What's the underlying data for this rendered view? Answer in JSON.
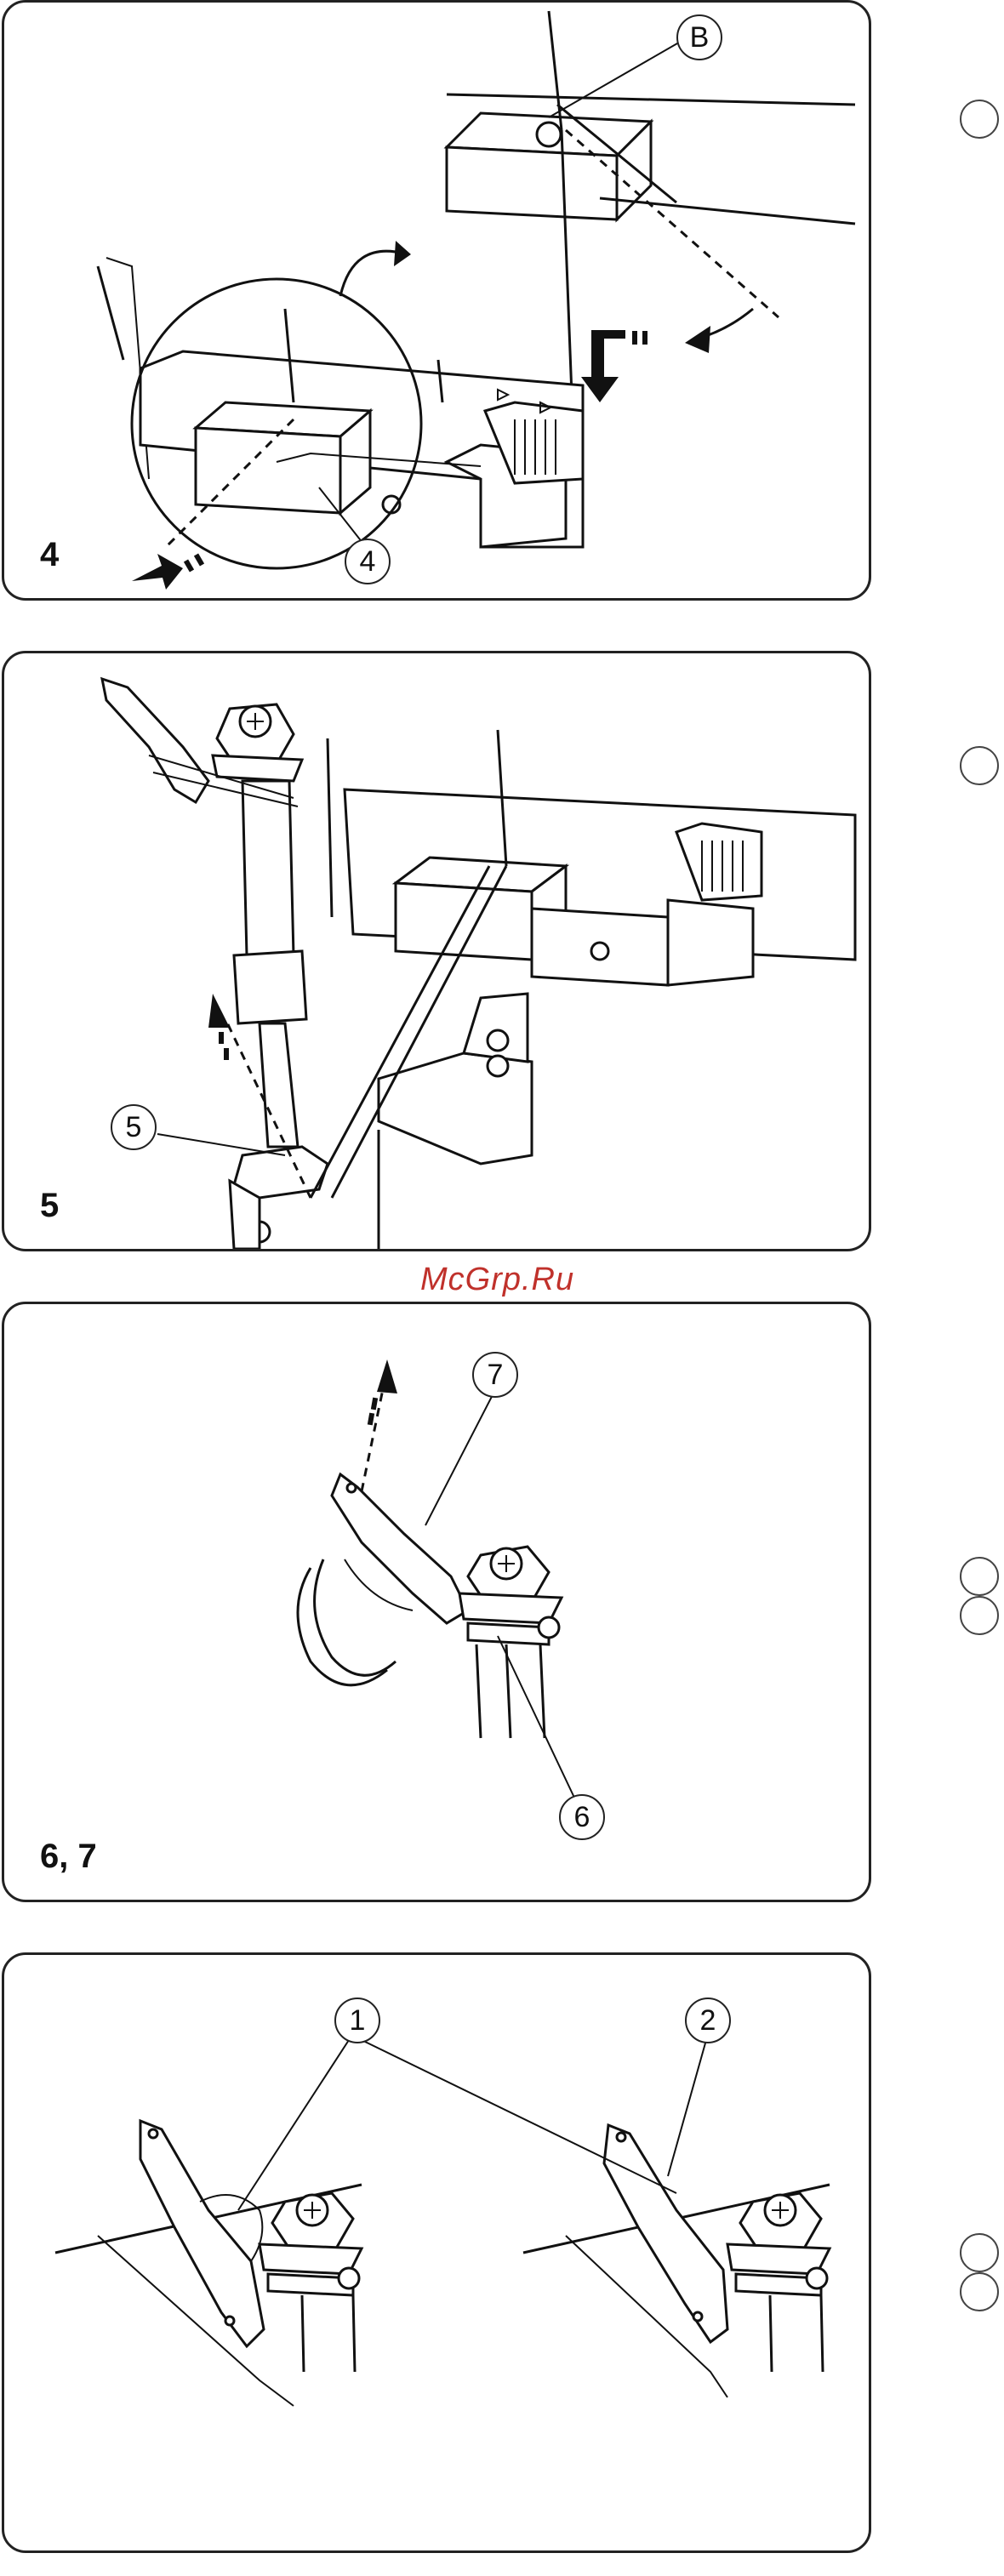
{
  "watermark": "McGrp.Ru",
  "panels": [
    {
      "step": "4",
      "callouts": [
        "B",
        "4"
      ]
    },
    {
      "step": "5",
      "callouts": [
        "5"
      ]
    },
    {
      "step": "6, 7",
      "callouts": [
        "7",
        "6"
      ]
    },
    {
      "step": "",
      "callouts": [
        "1",
        "2"
      ]
    }
  ]
}
